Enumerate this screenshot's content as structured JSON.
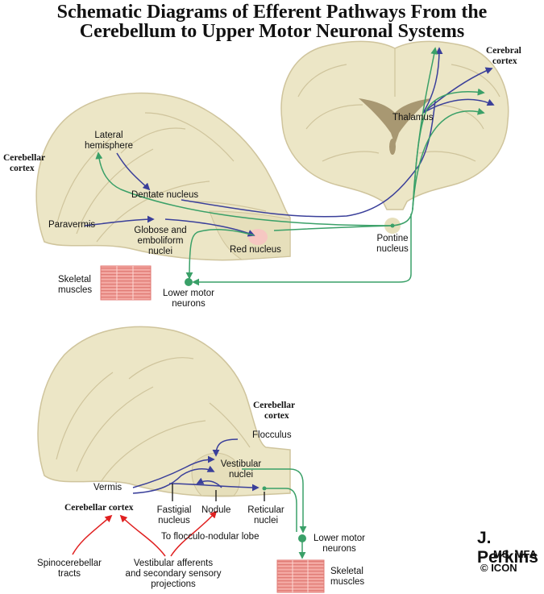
{
  "title_line1": "Schematic Diagrams of Efferent Pathways From the",
  "title_line2": "Cerebellum to Upper Motor Neuronal Systems",
  "top": {
    "cerebellar_cortex_1": "Cerebellar",
    "cerebellar_cortex_2": "cortex",
    "lateral_hemisphere_1": "Lateral",
    "lateral_hemisphere_2": "hemisphere",
    "dentate_nucleus": "Dentate nucleus",
    "paravermis": "Paravermis",
    "globose_1": "Globose and",
    "globose_2": "emboliform",
    "globose_3": "nuclei",
    "red_nucleus": "Red nucleus",
    "thalamus": "Thalamus",
    "cerebral_cortex_1": "Cerebral",
    "cerebral_cortex_2": "cortex",
    "pontine_1": "Pontine",
    "pontine_2": "nucleus",
    "skeletal_1": "Skeletal",
    "skeletal_2": "muscles",
    "lmn_1": "Lower motor",
    "lmn_2": "neurons"
  },
  "bottom": {
    "cerebellar_cortex_1": "Cerebellar",
    "cerebellar_cortex_2": "cortex",
    "flocculus": "Flocculus",
    "vestibular_1": "Vestibular",
    "vestibular_2": "nuclei",
    "vermis": "Vermis",
    "cerebellar_cortex_inline": "Cerebellar  cortex",
    "fastigial_1": "Fastigial",
    "fastigial_2": "nucleus",
    "nodule": "Nodule",
    "reticular_1": "Reticular",
    "reticular_2": "nuclei",
    "lmn_1": "Lower motor",
    "lmn_2": "neurons",
    "to_flocculo": "To flocculo-nodular lobe",
    "spinocerebellar_1": "Spinocerebellar",
    "spinocerebellar_2": "tracts",
    "vestibular_aff_1": "Vestibular afferents",
    "vestibular_aff_2": "and secondary sensory",
    "vestibular_aff_3": "projections",
    "skeletal_1": "Skeletal",
    "skeletal_2": "muscles"
  },
  "signature": {
    "name": "J. Perkins",
    "degree": "MS, MFA",
    "logo": "© ICON"
  },
  "colors": {
    "tissue": "#ece6c6",
    "tissue_line": "#cfc49c",
    "ventricle": "#a89872",
    "blue_path": "#3a3f9a",
    "green_path": "#3aa068",
    "red_path": "#e02020",
    "muscle": "#ec8a84"
  }
}
